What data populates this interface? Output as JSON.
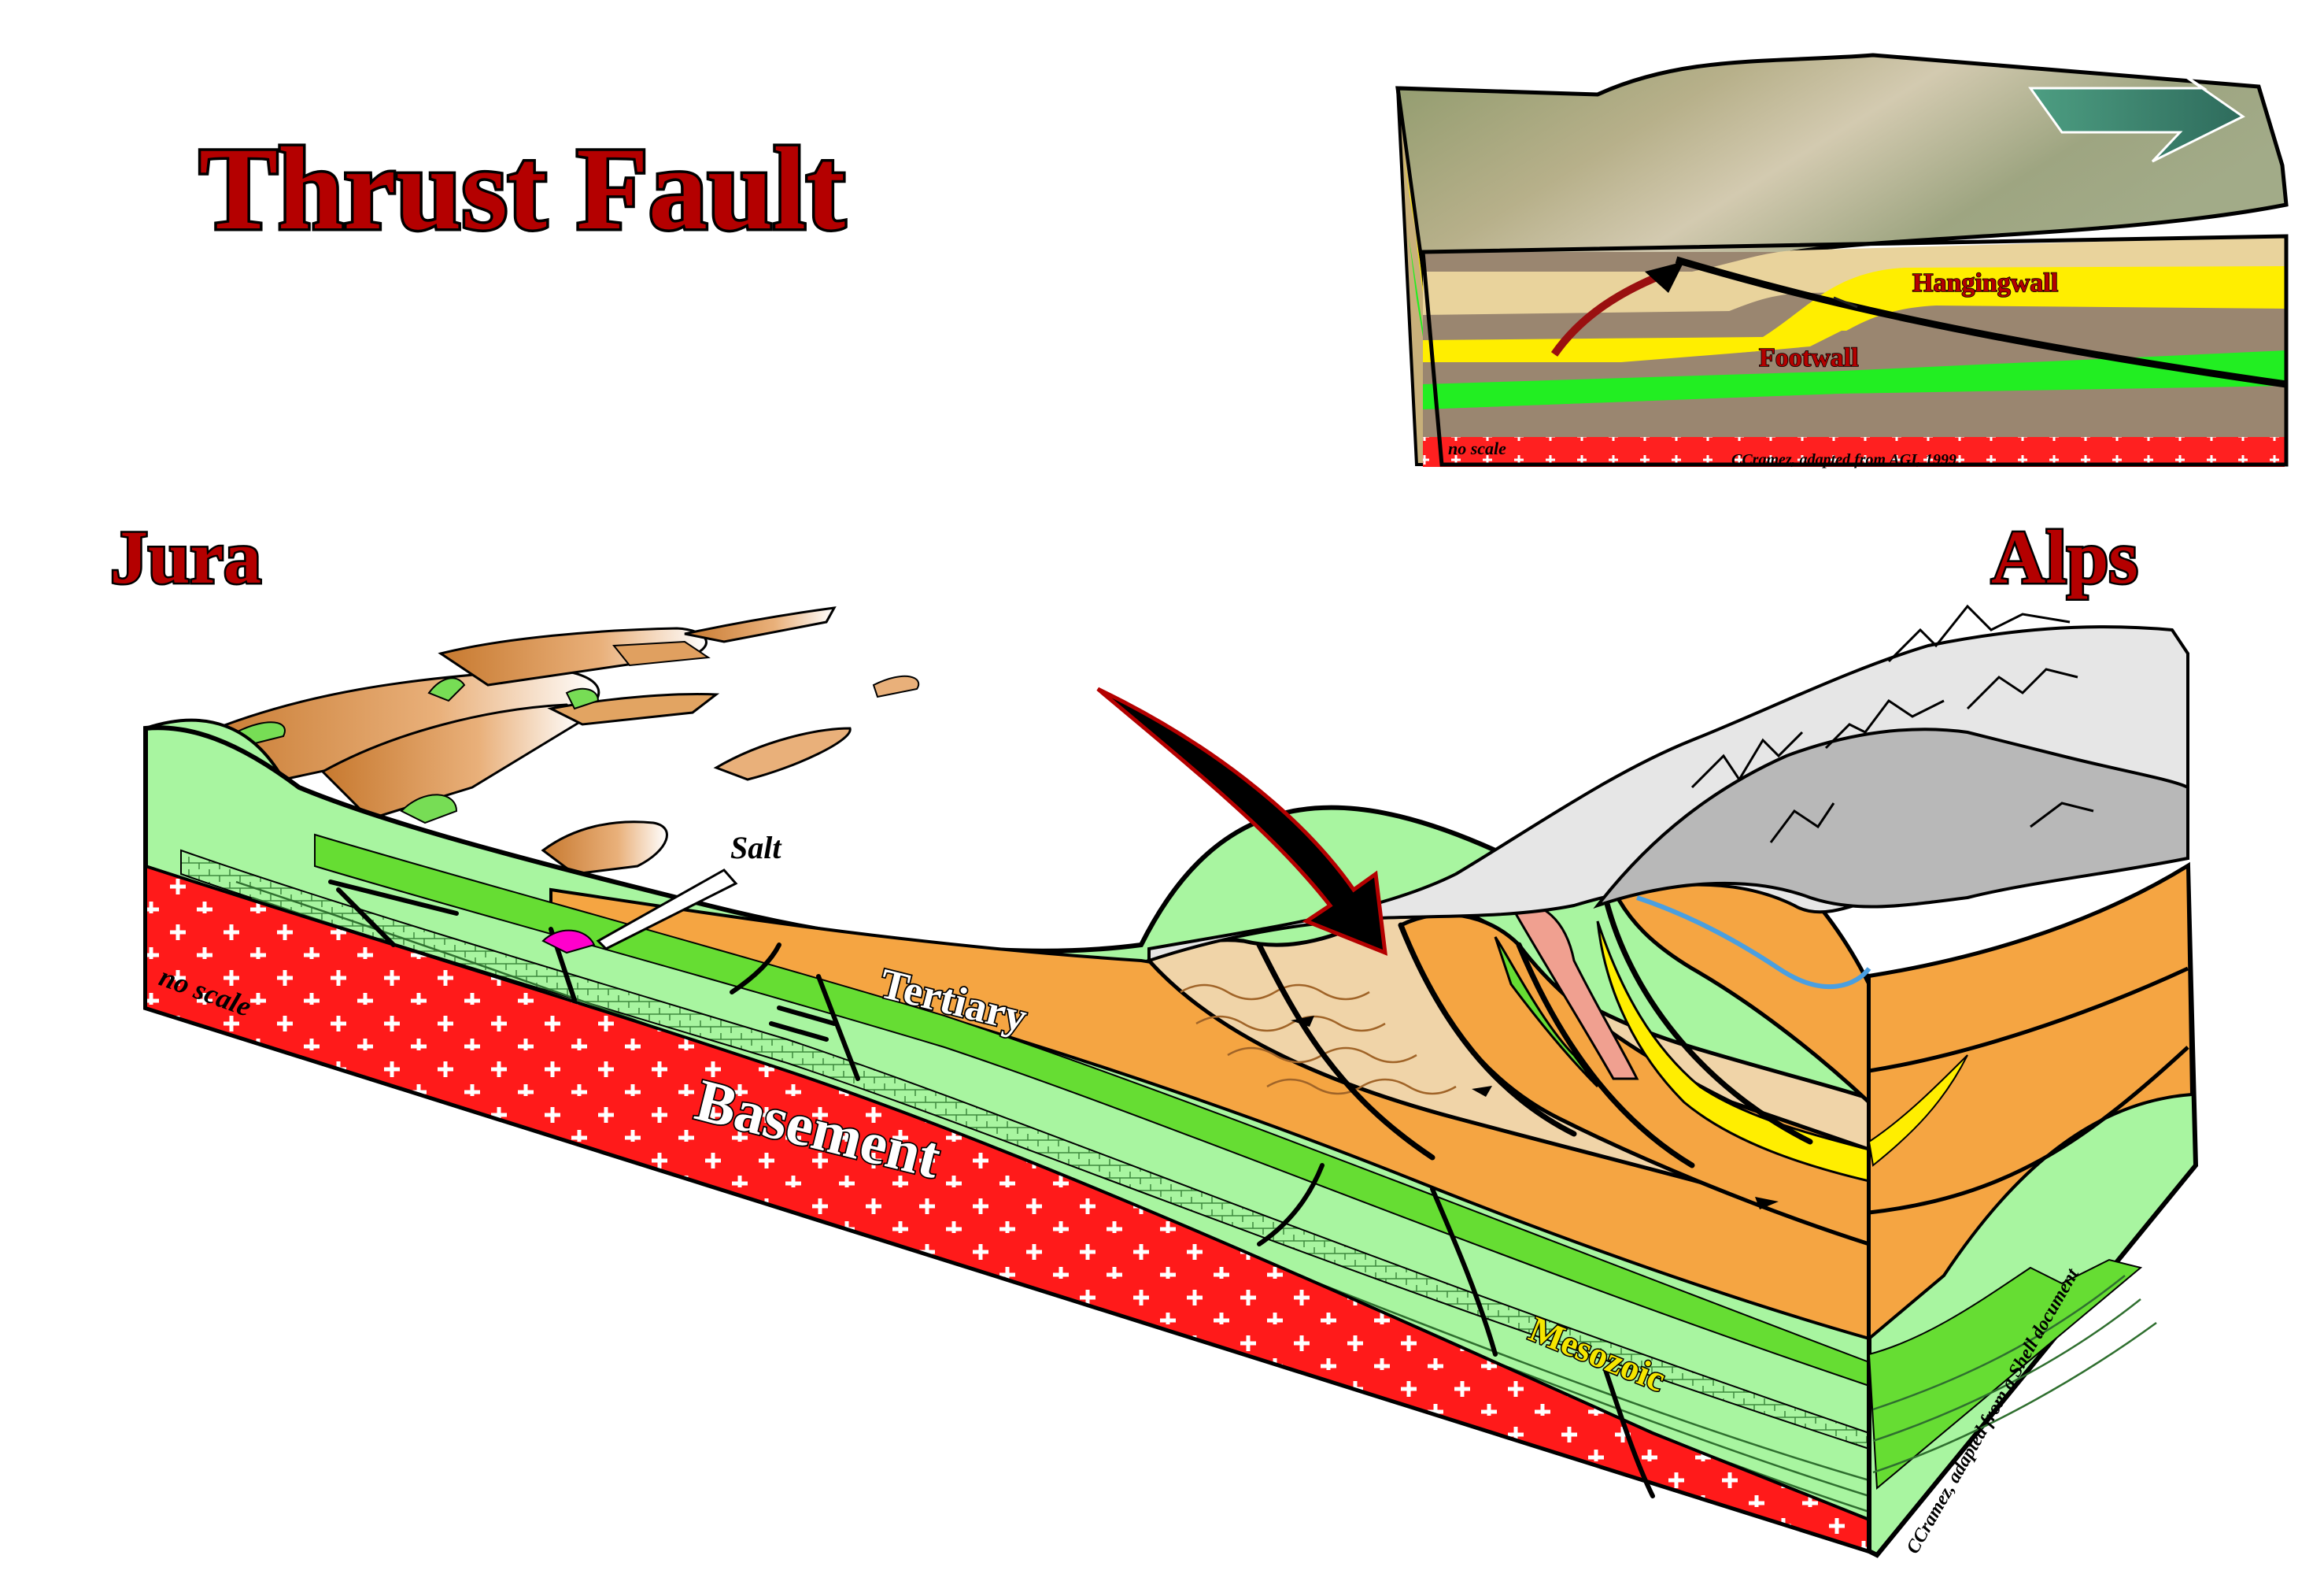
{
  "title": "Thrust Fault",
  "regions": {
    "left": "Jura",
    "right": "Alps"
  },
  "main_diagram": {
    "labels": {
      "salt": "Salt",
      "tertiary": "Tertiary",
      "basement": "Basement",
      "mesozoic": "Mesozoic",
      "no_scale": "no scale"
    },
    "credit": "CCramez, adapted from a Shell document"
  },
  "inset_diagram": {
    "labels": {
      "hangingwall": "Hangingwall",
      "footwall": "Footwall",
      "no_scale": "no scale"
    },
    "credit": "CCramez, adapted from AGI, 1999"
  },
  "colors": {
    "basement_red": "#ff1a1a",
    "mesozoic_green": "#a8f5a0",
    "bright_green": "#66dd33",
    "tertiary_orange": "#f5a542",
    "alps_grey": "#c0c0c0",
    "title_red": "#b40000",
    "inset_yellow": "#ffee00",
    "inset_green": "#22ee22",
    "inset_brown": "#9a8670"
  }
}
